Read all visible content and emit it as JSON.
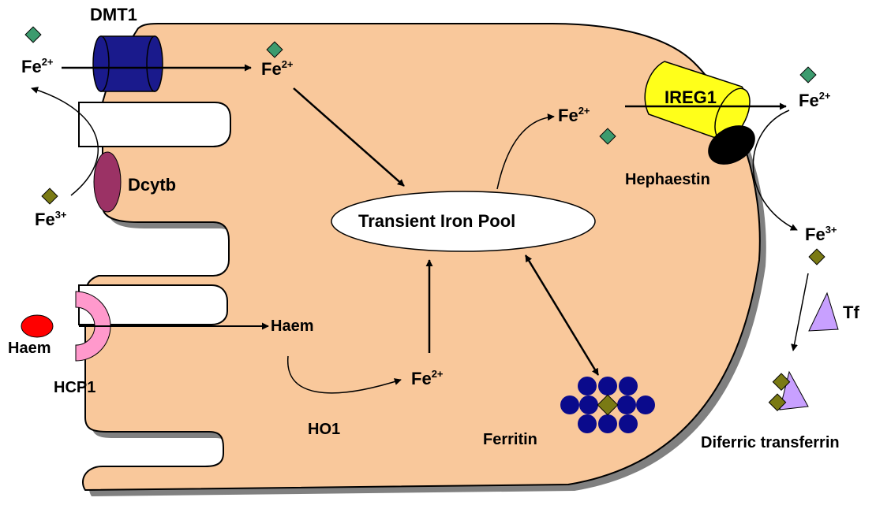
{
  "diagram": {
    "ion_symbol": "Fe",
    "ferrous_charge": "2+",
    "ferric_charge": "3+",
    "labels": {
      "dmt1": "DMT1",
      "dcytb": "Dcytb",
      "ireg1": "IREG1",
      "hephaestin": "Hephaestin",
      "transient_pool": "Transient Iron Pool",
      "haem_outside": "Haem",
      "haem_inside": "Haem",
      "hcp1": "HCP1",
      "ho1": "HO1",
      "ferritin": "Ferritin",
      "tf": "Tf",
      "diferric": "Diferric transferrin"
    },
    "colors": {
      "cell_fill": "#f9c89b",
      "cell_shadow": "#808080",
      "dmt1": "#1a1a8c",
      "dcytb": "#9b3265",
      "ireg1": "#ffff1a",
      "hephaestin": "#000000",
      "ferrous_ion": "#3c9b6e",
      "ferric_ion": "#7a7a14",
      "haem": "#ff0000",
      "hcp1": "#ff99cc",
      "ferritin": "#0a0a8c",
      "transferrin": "#c8a0ff"
    }
  }
}
